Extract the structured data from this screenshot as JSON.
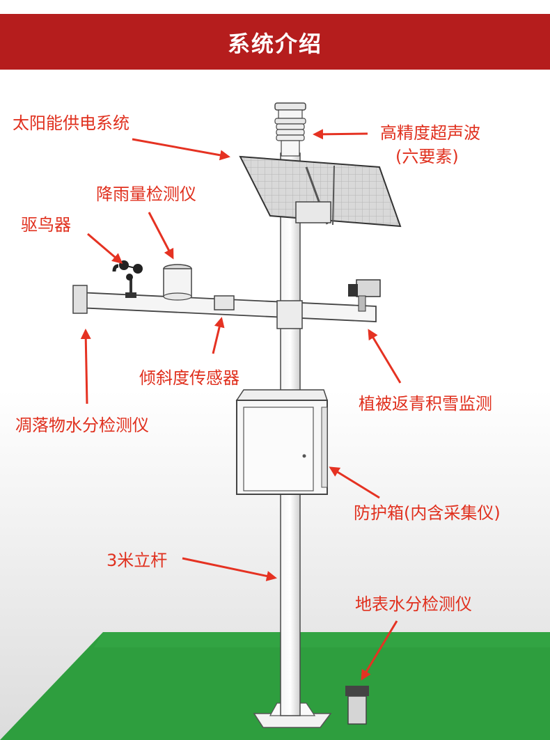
{
  "header": {
    "title": "系统介绍"
  },
  "colors": {
    "header_bg": "#b51d1d",
    "label_text": "#e0301e",
    "arrow": "#e53222",
    "ground": "#2e9e3e"
  },
  "labels": {
    "solar": "太阳能供电系统",
    "ultrasonic_line1": "高精度超声波",
    "ultrasonic_line2": "(六要素)",
    "rain_gauge": "降雨量检测仪",
    "bird_repeller": "驱鸟器",
    "tilt_sensor": "倾斜度传感器",
    "vegetation_snow": "植被返青积雪监测",
    "litter_moisture": "凋落物水分检测仪",
    "protection_box": "防护箱(内含采集仪)",
    "pole": "3米立杆",
    "surface_moisture": "地表水分检测仪"
  }
}
